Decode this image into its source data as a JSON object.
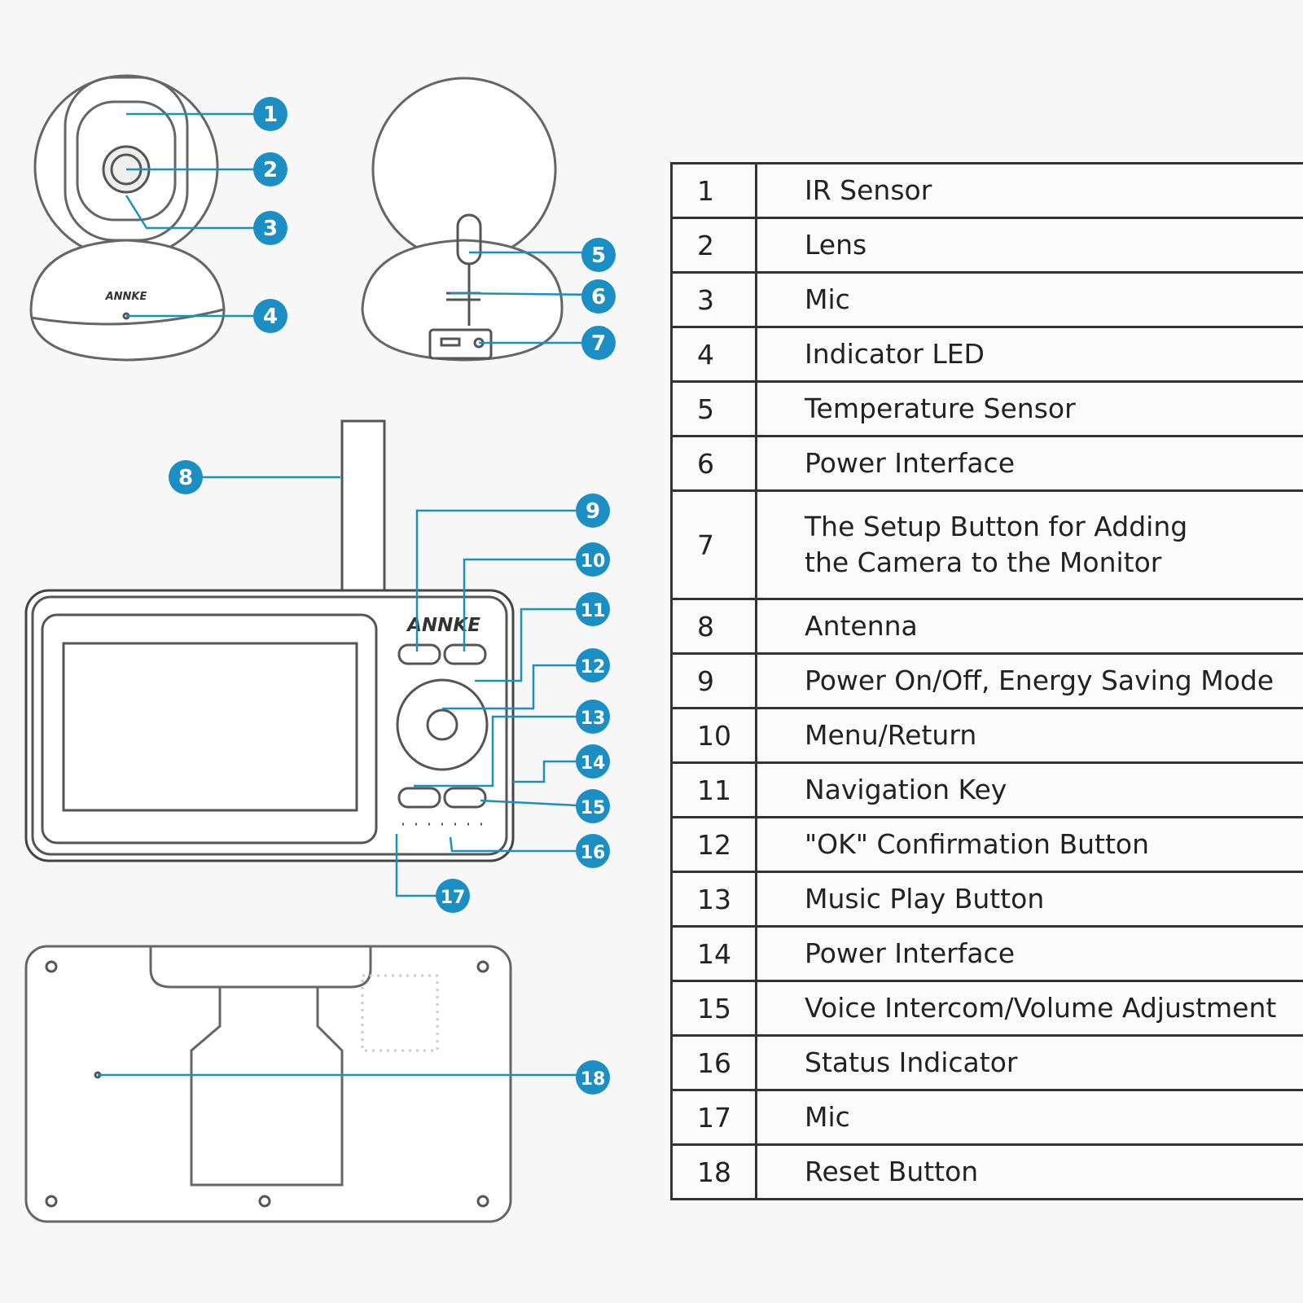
{
  "brand": "ANNKE",
  "colors": {
    "callout_fill": "#1b8fc4",
    "leader_line": "#1b8fc4",
    "outline": "#333333",
    "background": "#f7f7f7"
  },
  "callout_labels": [
    "1",
    "2",
    "3",
    "4",
    "5",
    "6",
    "7",
    "8",
    "9",
    "10",
    "11",
    "12",
    "13",
    "14",
    "15",
    "16",
    "17",
    "18"
  ],
  "parts": [
    {
      "num": "1",
      "label": "IR Sensor"
    },
    {
      "num": "2",
      "label": "Lens"
    },
    {
      "num": "3",
      "label": "Mic"
    },
    {
      "num": "4",
      "label": "Indicator LED"
    },
    {
      "num": "5",
      "label": "Temperature Sensor"
    },
    {
      "num": "6",
      "label": "Power Interface"
    },
    {
      "num": "7",
      "label": "The Setup Button for Adding",
      "label2": "the Camera to the Monitor"
    },
    {
      "num": "8",
      "label": "Antenna"
    },
    {
      "num": "9",
      "label": "Power On/Off, Energy Saving Mode"
    },
    {
      "num": "10",
      "label": "Menu/Return"
    },
    {
      "num": "11",
      "label": "Navigation Key"
    },
    {
      "num": "12",
      "label": "\"OK\" Confirmation Button"
    },
    {
      "num": "13",
      "label": "Music Play Button"
    },
    {
      "num": "14",
      "label": "Power Interface"
    },
    {
      "num": "15",
      "label": "Voice Intercom/Volume Adjustment"
    },
    {
      "num": "16",
      "label": "Status Indicator"
    },
    {
      "num": "17",
      "label": "Mic"
    },
    {
      "num": "18",
      "label": "Reset Button"
    }
  ]
}
